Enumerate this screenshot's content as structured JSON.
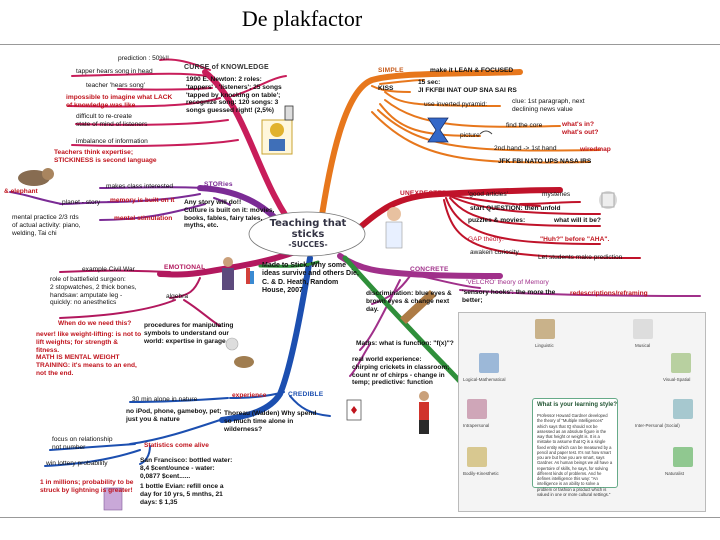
{
  "slide": {
    "title": "De plakfactor"
  },
  "center": {
    "title": "Teaching that sticks",
    "subtitle": "-SUCCES-"
  },
  "branches": {
    "knowledge": {
      "heading": "CURSE of KNOWLEDGE",
      "items": [
        "prediction : 50%!!",
        "tapper hears song in head",
        "teacher 'hears song'",
        "impossible to imagine what LACK\nof knowledge was like",
        "difficult to re-create\nstate of mind of listeners",
        "imbalance of information",
        "Teachers think expertise;\nSTICKINESS is second language"
      ],
      "note": "1990 E. Newton: 2 roles:\n'tappers' - 'listeners'; 25 songs\n'tapped by knocking on table';\nrecognize song: 120 songs: 3\nsongs guessed right! (2,5%)"
    },
    "simple": {
      "heading": "SIMPLE",
      "lean": "make it LEAN & FOCUSED",
      "kiss": "KISS",
      "sec": "15 sec:\nJI FKFBI INAT OUP SNA SAI RS",
      "pyramid": "use inverted pyramid:",
      "first_par": "clue: 1st paragraph, next\ndeclining news value",
      "core": "find the core",
      "whats_in": "what's in?\nwhat's out?",
      "picture": "picture",
      "hand": "2nd hand -> 1st hand",
      "wiredmap": "wiredmap",
      "acronyms": "JFK FBI NATO UPS NASA IRS"
    },
    "stories": {
      "heading": "STORies",
      "interest": "makes class interested",
      "memory": "memory is built on it",
      "story": "Any story will do!!\nCulture is built on it: movies,\nbooks, fables, fairy tales,\nmyths, etc.",
      "stimulation": "mental stimulation",
      "planet": "planet - story",
      "elephant": "& elephant",
      "practice": "mental practice 2/3 rds\nof actual activity: piano,\nwelding, Tai chi"
    },
    "unexpected": {
      "heading": "UNEXPECTED",
      "good": "'good articles'",
      "mysteries": "mysteries",
      "start": "start QUESTION: then unfold",
      "puzzles": "puzzles & movies:",
      "what_will": "what will it be?",
      "gap": "GAP theory:",
      "huh": "\"Huh?\" before \"AHA\".",
      "awaken": "awaken curiosity",
      "predict": "Let students make prediction"
    },
    "emotional": {
      "heading": "EMOTIONAL",
      "example": "example Civil War",
      "surgeon": "role of battlefield surgeon:\n2 stopwatches, 2 thick bones,\nhandsaw: amputate leg -\nquickly: no anesthetics",
      "algebra": "algebra",
      "need": "When do we need this?",
      "weight": "never! like weight-lifting: is not to\nlift weights; for strength &\nfitness.\nMATH IS MENTAL WEIGHT\nTRAINING: it's means to an end,\nnot the end.",
      "procedures": "procedures for manipulating\nsymbols to understand our\nworld: expertise in garage"
    },
    "book": {
      "title": "Made to Stick. Why some\nideas survive and others Die,\nC. & D. Heath, Random\nHouse, 2007"
    },
    "concrete": {
      "heading": "CONCRETE",
      "velcro": "'VELCRO' theory of Memory",
      "hooks": "'sensory hooks': the more the\nbetter;",
      "redescriptions": "redescriptions/reframing",
      "discrimination": "discrimination: blue eyes &\nbrown eyes & change next\nday.",
      "maths": "Maths: what is function: \"f(x)\"?",
      "real": "real world experience:\nchirping crickets in classroom;\ncount nr of chirps - change in\ntemp; predictive: function"
    },
    "credible": {
      "heading": "CREDIBLE",
      "experience": "experience",
      "nature": "30 min alone in nature",
      "ipod": "no iPod, phone, gameboy, pet;\njust you & nature",
      "thoreau": "Thoreau (Walden) Why spend\nso much time alone in\nwilderness?",
      "stats": "Statistics come alive",
      "focus": "focus on relationship\nnot number",
      "lottery": "win lottery probability",
      "million": "1 in millions; probability to be\nstruck by lightning is greater!",
      "sf": "San Francisco: bottled water:\n8,4 $cent/ounce - water:\n0,0877 $cent......",
      "evian": "1 bottle Evian: refill once a\nday for 10 yrs, 5 mnths, 21\ndays: $ 1,35"
    },
    "learning": {
      "heading": "What is your learning style?",
      "text": "Professor Howard Gardner developed the theory of \"Multiple Intelligences\" which says that IQ should not be assessed as an absolute figure in the way that height or weight is. It is a mistake to assume that IQ is a single fixed entity which can be measured by a pencil and paper test. It's not how smart you are but how you are smart, says Gardner. As human beings we all have a repertoire of skills, he says, for solving different kinds of problems. And he defines intelligence this way: \"An intelligence is an ability to solve a problem or fashion a product which is valued in one or more cultural settings.\"",
      "panels": [
        "Linguistic",
        "Musical",
        "Logical-Mathematical",
        "Visual-Spatial",
        "Intrapersonal",
        "Inter-Personal (Social)",
        "Bodily-Kinesthetic",
        "Naturalist"
      ]
    }
  }
}
